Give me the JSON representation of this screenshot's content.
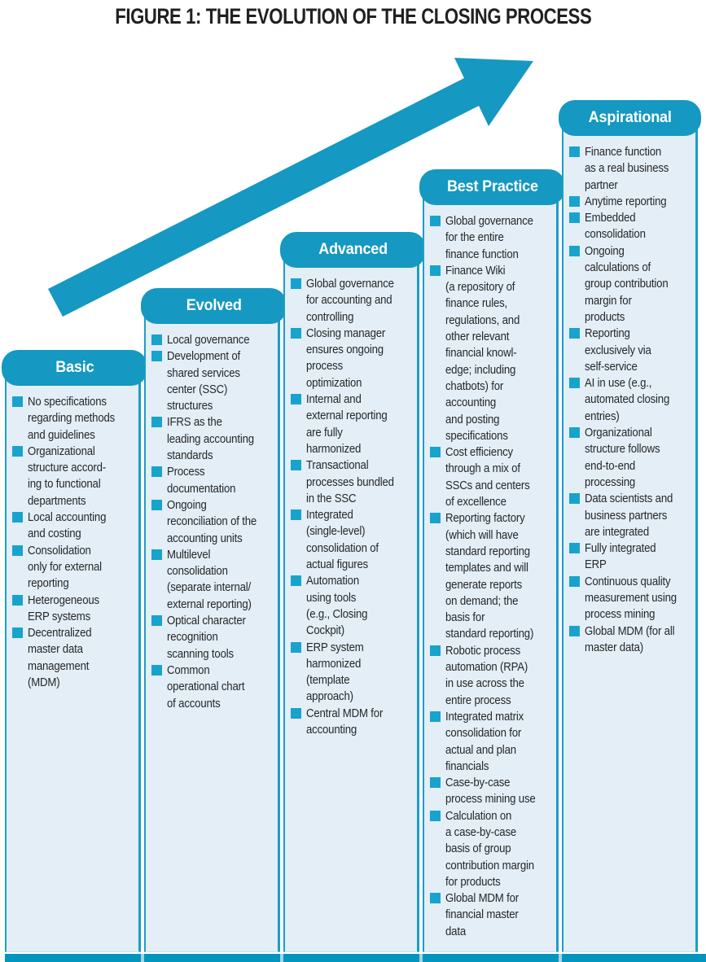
{
  "figure": {
    "title": "FIGURE 1: THE EVOLUTION OF THE CLOSING PROCESS"
  },
  "colors": {
    "teal": "#1598C1",
    "teal_border": "#1D9DC6",
    "bullet": "#18A3CC",
    "body_bg": "#E3EEF6",
    "bar": "#0295BE",
    "text": "#26282A",
    "header_text": "#FFFFFF"
  },
  "columns": [
    {
      "label": "Basic",
      "items": [
        "No specifications\nregarding methods\nand guidelines",
        "Organizational\nstructure accord-\ning to functional\ndepartments",
        "Local accounting\nand costing",
        "Consolidation\nonly for external\nreporting",
        "Heterogeneous\nERP systems",
        "Decentralized\nmaster data\nmanagement\n(MDM)"
      ]
    },
    {
      "label": "Evolved",
      "items": [
        "Local governance",
        "Development of\nshared services\ncenter (SSC)\nstructures",
        "IFRS as the\nleading accounting\nstandards",
        "Process\ndocumentation",
        "Ongoing\nreconciliation of the\naccounting units",
        "Multilevel\nconsolidation\n(separate internal/\nexternal reporting)",
        "Optical character\nrecognition\nscanning tools",
        "Common\noperational chart\nof accounts"
      ]
    },
    {
      "label": "Advanced",
      "items": [
        "Global governance\nfor accounting and\ncontrolling",
        "Closing manager\nensures ongoing\nprocess\noptimization",
        "Internal and\nexternal reporting\nare fully\nharmonized",
        "Transactional\nprocesses bundled\nin the SSC",
        "Integrated\n(single-level)\nconsolidation of\nactual figures",
        "Automation\nusing tools\n(e.g., Closing\nCockpit)",
        "ERP system\nharmonized\n(template\napproach)",
        "Central MDM for\naccounting"
      ]
    },
    {
      "label": "Best Practice",
      "items": [
        "Global governance\nfor the entire\nfinance function",
        "Finance Wiki\n(a repository of\nfinance rules,\nregulations, and\nother relevant\nfinancial knowl-\nedge; including\nchatbots) for\naccounting\nand posting\nspecifications",
        "Cost efficiency\nthrough a mix of\nSSCs and centers\nof excellence",
        "Reporting factory\n(which will have\nstandard reporting\ntemplates and will\ngenerate reports\non demand; the\nbasis for\nstandard reporting)",
        "Robotic process\nautomation (RPA)\nin use across the\nentire process",
        "Integrated matrix\nconsolidation for\nactual and plan\nfinancials",
        "Case-by-case\nprocess mining use",
        "Calculation on\na case-by-case\nbasis of group\ncontribution margin\nfor products",
        "Global MDM for\nfinancial master\ndata"
      ]
    },
    {
      "label": "Aspirational",
      "items": [
        "Finance function\nas a real business\npartner",
        "Anytime reporting",
        "Embedded\nconsolidation",
        "Ongoing\ncalculations of\ngroup contribution\nmargin for\nproducts",
        "Reporting\nexclusively via\nself-service",
        "AI in use (e.g.,\nautomated closing\nentries)",
        "Organizational\nstructure follows\nend-to-end\nprocessing",
        "Data scientists and\nbusiness partners\nare integrated",
        "Fully integrated\nERP",
        "Continuous quality\nmeasurement using\nprocess mining",
        "Global MDM (for all\nmaster data)"
      ]
    }
  ]
}
